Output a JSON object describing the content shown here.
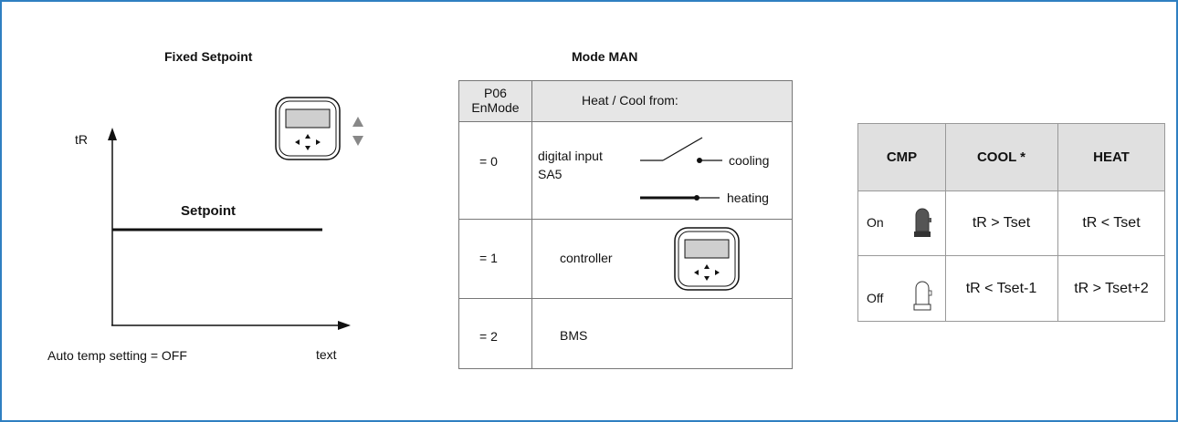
{
  "fixed_setpoint": {
    "title": "Fixed Setpoint",
    "y_axis_label": "tR",
    "x_axis_label": "text",
    "line_label": "Setpoint",
    "footer": "Auto temp setting = OFF"
  },
  "mode_man": {
    "title": "Mode MAN",
    "header": {
      "col1_line1": "P06",
      "col1_line2": "EnMode",
      "col2": "Heat / Cool from:"
    },
    "rows": [
      {
        "value": "= 0",
        "source_line1": "digital input",
        "source_line2": "SA5",
        "cooling": "cooling",
        "heating": "heating"
      },
      {
        "value": "= 1",
        "source": "controller"
      },
      {
        "value": "= 2",
        "source": "BMS"
      }
    ]
  },
  "cmp_table": {
    "headers": [
      "CMP",
      "COOL *",
      "HEAT"
    ],
    "rows": [
      {
        "state": "On",
        "cool": "tR > Tset",
        "heat": "tR < Tset"
      },
      {
        "state": "Off",
        "cool": "tR < Tset-1",
        "heat": "tR > Tset+2"
      }
    ]
  },
  "colors": {
    "frame": "#2f7fc1",
    "table_header": "#e0e0e0",
    "compressor_on": "#555555"
  }
}
